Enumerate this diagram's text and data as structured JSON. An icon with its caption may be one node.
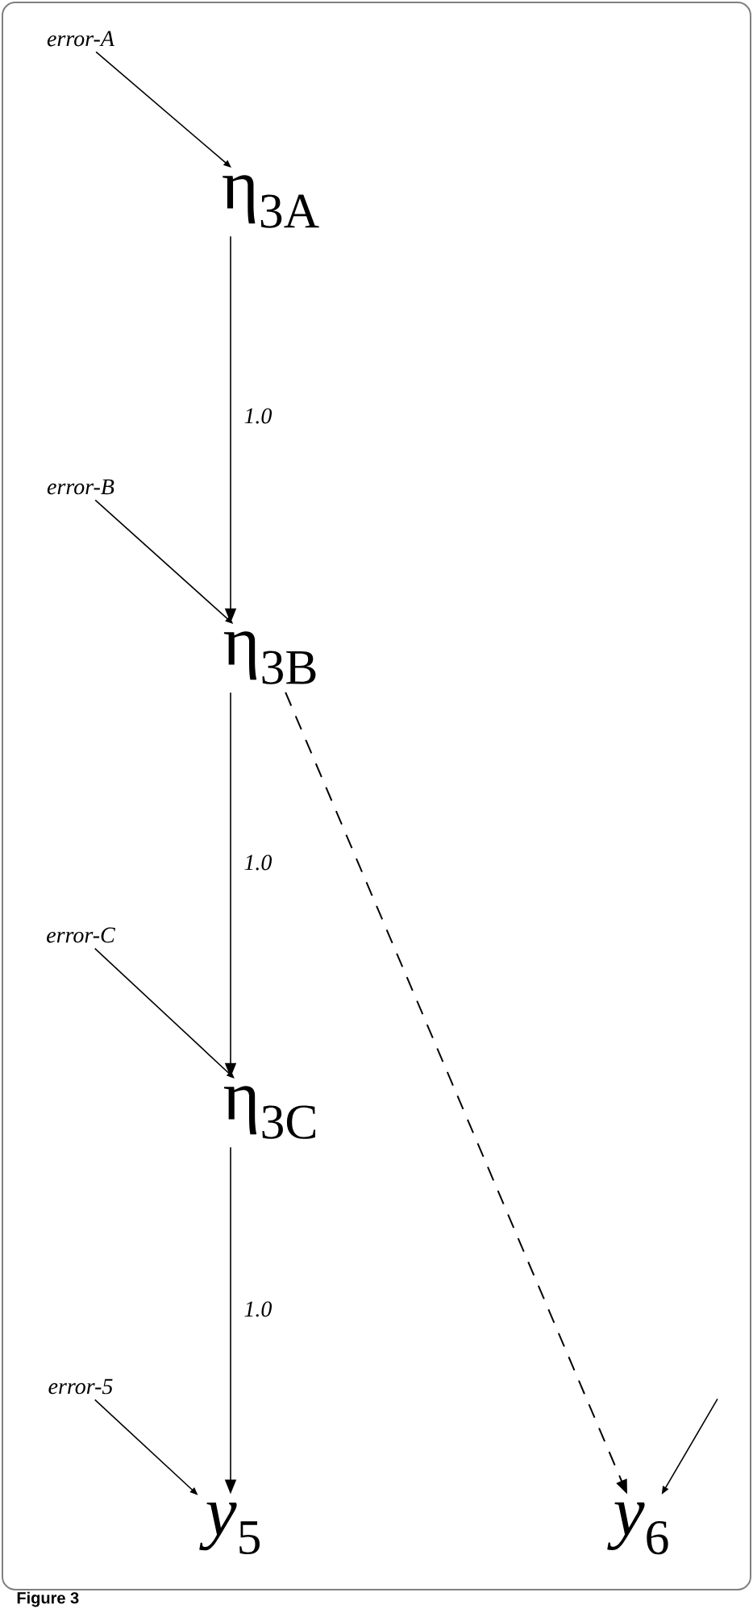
{
  "diagram": {
    "caption": "Figure 3",
    "nodes": [
      {
        "text": [
          "error-A"
        ]
      },
      {
        "text": [
          "η$_{3A}$"
        ]
      },
      {
        "text": [
          "error-B"
        ]
      },
      {
        "text": [
          "η$_{3B}$"
        ]
      },
      {
        "text": [
          "error-C"
        ]
      },
      {
        "text": [
          "η$_{3C}$"
        ]
      },
      {
        "text": [
          "error-5"
        ]
      },
      {
        "text": [
          "*y*$_{5}$"
        ]
      },
      {
        "text": [
          "*y*$_{6}$"
        ]
      }
    ],
    "edges": [
      {
        "from": 0,
        "to": 1,
        "arrow": "to"
      },
      {
        "from": 1,
        "to": 3,
        "arrow": "to",
        "label": "1.0"
      },
      {
        "from": 2,
        "to": 3,
        "arrow": "to"
      },
      {
        "from": 3,
        "to": 5,
        "arrow": "to",
        "label": "1.0"
      },
      {
        "from": 4,
        "to": 5,
        "arrow": "to"
      },
      {
        "from": 5,
        "to": 7,
        "arrow": "to",
        "label": "1.0"
      },
      {
        "from": 6,
        "to": 7,
        "arrow": "to"
      },
      {
        "from": 3,
        "to": 8,
        "arrow": "to",
        "style": "dashed"
      },
      {
        "from": null,
        "to": 8,
        "arrow": "to"
      }
    ]
  }
}
